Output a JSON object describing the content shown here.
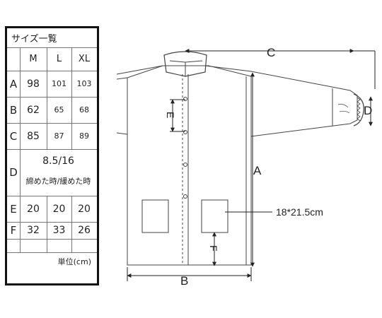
{
  "table": {
    "title": "サイズ一覧",
    "headers": [
      "M",
      "L",
      "XL"
    ],
    "rows": [
      {
        "label": "A",
        "values": [
          "98",
          "101",
          "103"
        ]
      },
      {
        "label": "B",
        "values": [
          "62",
          "65",
          "68"
        ]
      },
      {
        "label": "C",
        "values": [
          "85",
          "87",
          "89"
        ]
      },
      {
        "label": "D",
        "span_value": "8.5/16",
        "note": "締めた時/緩めた時"
      },
      {
        "label": "E",
        "values": [
          "20",
          "20",
          "20"
        ]
      },
      {
        "label": "F",
        "values": [
          "32",
          "33",
          "26"
        ]
      }
    ],
    "unit": "単位(cm)"
  },
  "diagram": {
    "label_a": "A",
    "label_b": "B",
    "label_c": "C",
    "label_d": "D",
    "label_e": "E",
    "label_f": "F",
    "pocket_size": "18*21.5cm"
  }
}
